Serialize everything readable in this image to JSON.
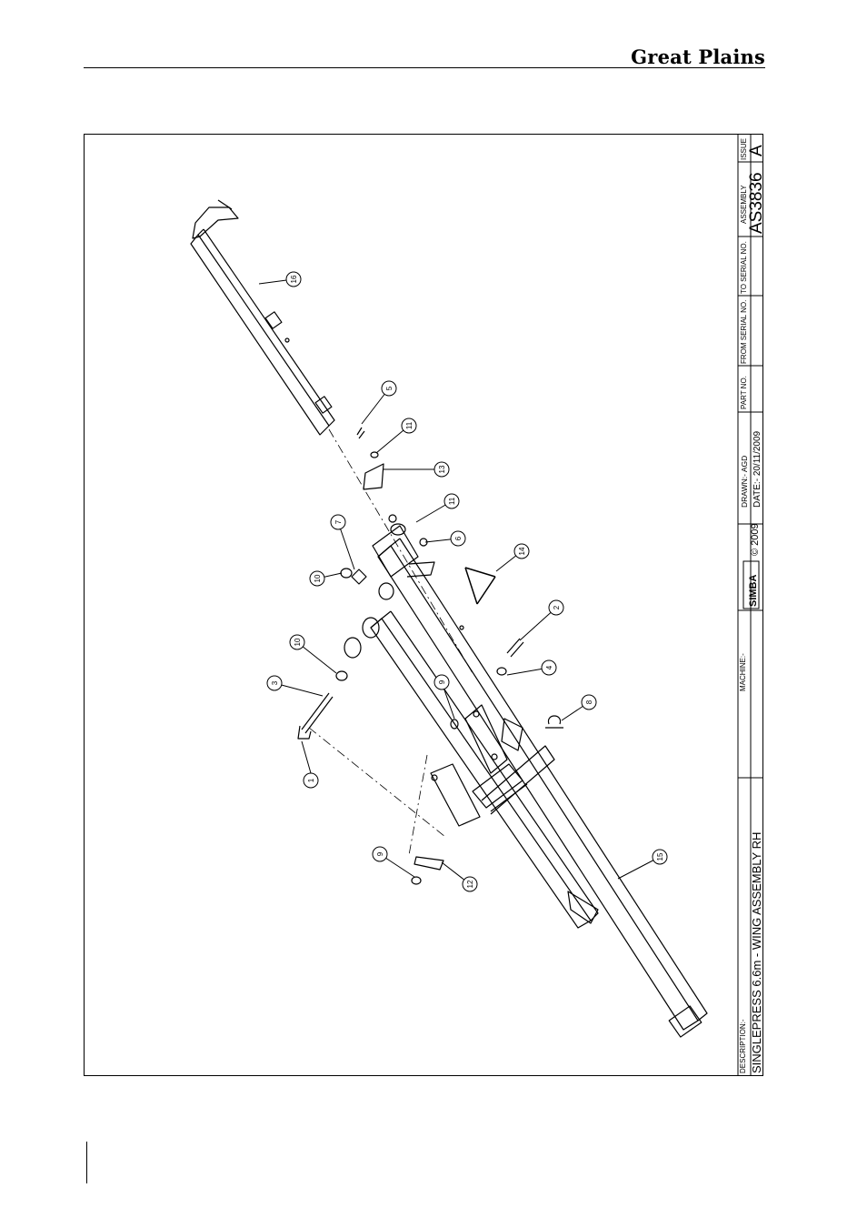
{
  "header": {
    "brand": "Great Plains"
  },
  "title_block": {
    "description_label": "DESCRIPTION:-",
    "description": "SINGLEPRESS 6.6m - WING ASSEMBLY RH",
    "machine_label": "MACHINE:-",
    "logo_text": "SIMBA",
    "copyright": "© 2009",
    "drawn": "DRAWN:-  AGD",
    "date": "DATE:-  20/11/2009",
    "part_no_label": "PART NO.",
    "from_serial_label": "FROM SERIAL NO.",
    "to_serial_label": "TO SERIAL NO.",
    "assembly_label": "ASSEMBLY",
    "assembly": "AS3836",
    "issue_label": "ISSUE",
    "issue": "A"
  },
  "callouts": [
    "1",
    "2",
    "3",
    "4",
    "5",
    "6",
    "7",
    "8",
    "9",
    "9",
    "10",
    "10",
    "11",
    "11",
    "12",
    "13",
    "14",
    "15",
    "16"
  ]
}
